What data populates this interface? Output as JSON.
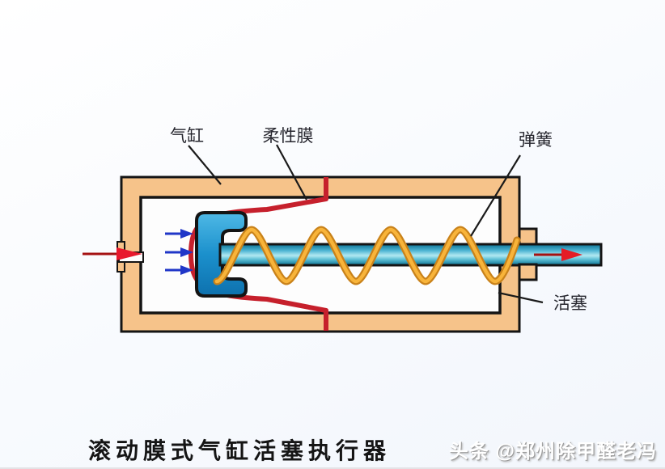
{
  "diagram": {
    "title": "滚动膜式气缸活塞执行器",
    "labels": {
      "cylinder": "气缸",
      "flexible_membrane": "柔性膜",
      "spring": "弹簧",
      "piston": "活塞"
    },
    "colors": {
      "cylinder_wall_tan": "#f6c38a",
      "outline_black": "#141414",
      "membrane_red": "#c6202c",
      "piston_blue": "#1b90cc",
      "rod_teal": "#44b7d2",
      "spring_orange": "#f2a42a",
      "inlet_arrow_red": "#e8182c",
      "flow_arrow_blue": "#2036c8",
      "background": "#f8fafd"
    }
  },
  "watermark": {
    "text": "头条 @郑州除甲醛老冯"
  }
}
